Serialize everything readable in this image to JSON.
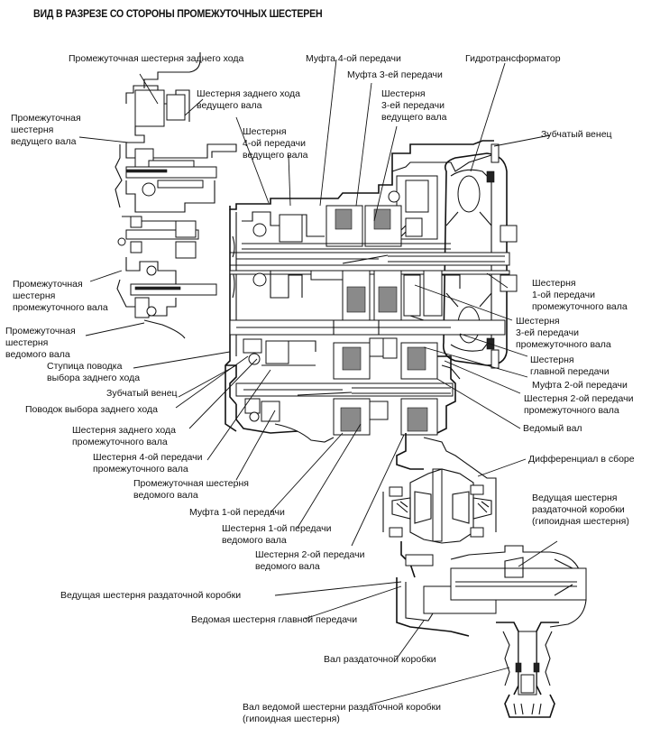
{
  "title": "ВИД В РАЗРЕЗЕ СО СТОРОНЫ ПРОМЕЖУТОЧНЫХ ШЕСТЕРЕН",
  "labels": {
    "reverse_idler_gear": "Промежуточная шестерня заднего хода",
    "mainshaft_reverse_gear": "Шестерня заднего хода\nведущего вала",
    "mainshaft_4th_gear": "Шестерня\n4-ой передачи\nведущего вала",
    "clutch_4th": "Муфта 4-ой передачи",
    "clutch_3rd": "Муфта 3-ей передачи",
    "mainshaft_3rd_gear": "Шестерня\n3-ей передачи\nведущего вала",
    "torque_converter": "Гидротрансформатор",
    "ring_gear_top": "Зубчатый венец",
    "mainshaft_idler_gear": "Промежуточная\nшестерня\nведущего вала",
    "countershaft_idler_gear": "Промежуточная\nшестерня\nпромежуточного вала",
    "secondary_idler_gear": "Промежуточная\nшестерня\nведомого вала",
    "reverse_selector_hub": "Ступица поводка\nвыбора заднего хода",
    "ring_gear_left": "Зубчатый венец",
    "reverse_selector": "Поводок выбора заднего хода",
    "countershaft_reverse_gear": "Шестерня заднего хода\nпромежуточного вала",
    "countershaft_4th_gear": "Шестерня 4-ой передачи\nпромежуточного вала",
    "secondary_idler_gear_2": "Промежуточная шестерня\nведомого вала",
    "clutch_1st": "Муфта 1-ой передачи",
    "secondary_1st_gear": "Шестерня 1-ой передачи\nведомого вала",
    "secondary_2nd_gear": "Шестерня 2-ой передачи\nведомого вала",
    "countershaft_1st_gear": "Шестерня\n1-ой передачи\nпромежуточного вала",
    "countershaft_3rd_gear": "Шестерня\n3-ей передачи\nпромежуточного вала",
    "final_drive_gear": "Шестерня\nглавной передачи",
    "clutch_2nd": "Муфта 2-ой передачи",
    "countershaft_2nd_gear": "Шестерня 2-ой передачи\nпромежуточного вала",
    "secondary_shaft": "Ведомый вал",
    "differential_assembly": "Дифференциал в сборе",
    "transfer_drive_gear_hypoid": "Ведущая шестерня\nраздаточной коробки\n(гипоидная шестерня)",
    "transfer_drive_gear": "Ведущая шестерня раздаточной коробки",
    "final_driven_gear": "Ведомая шестерня главной передачи",
    "transfer_shaft": "Вал раздаточной коробки",
    "transfer_driven_gear_shaft": "Вал ведомой шестерни раздаточной коробки\n(гипоидная шестерня)"
  }
}
